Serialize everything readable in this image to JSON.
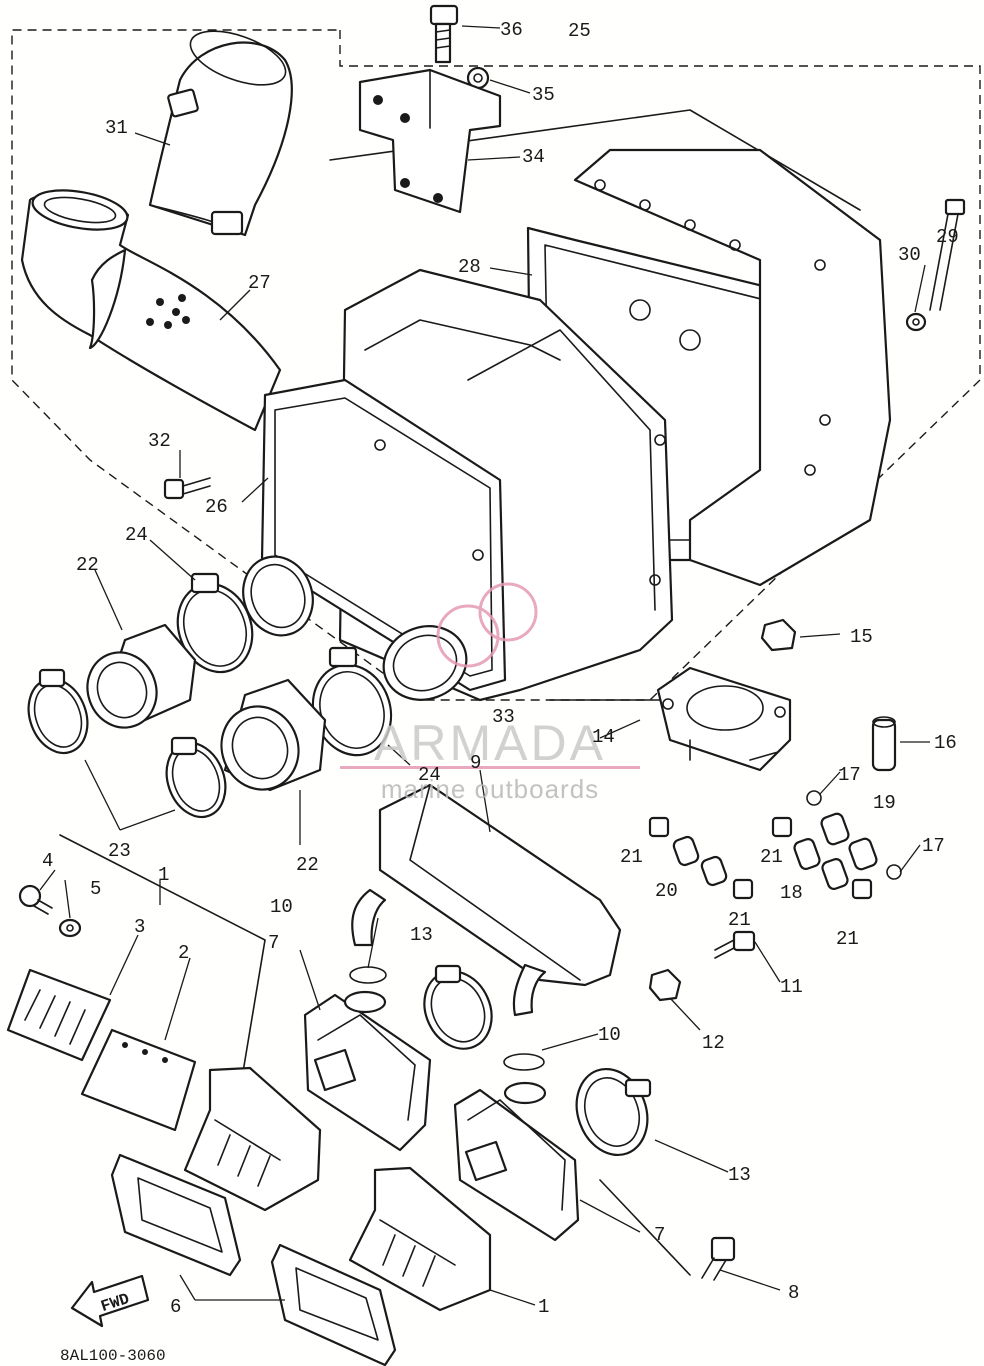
{
  "diagram_code": "8AL100-3060",
  "watermark": {
    "brand": "ARMADA",
    "tagline": "marine outboards"
  },
  "direction_badge": "FWD",
  "callouts": [
    "1",
    "1",
    "2",
    "3",
    "4",
    "5",
    "6",
    "7",
    "7",
    "8",
    "9",
    "10",
    "10",
    "11",
    "12",
    "13",
    "13",
    "14",
    "15",
    "16",
    "17",
    "17",
    "18",
    "19",
    "20",
    "21",
    "21",
    "21",
    "21",
    "22",
    "22",
    "23",
    "24",
    "24",
    "25",
    "26",
    "27",
    "28",
    "29",
    "30",
    "31",
    "32",
    "33",
    "34",
    "35",
    "36"
  ],
  "colors": {
    "line": "#1a1a1a",
    "paper": "#fffffd",
    "watermark_brand": "#c9c9c9",
    "watermark_accent": "#e59ab6"
  }
}
